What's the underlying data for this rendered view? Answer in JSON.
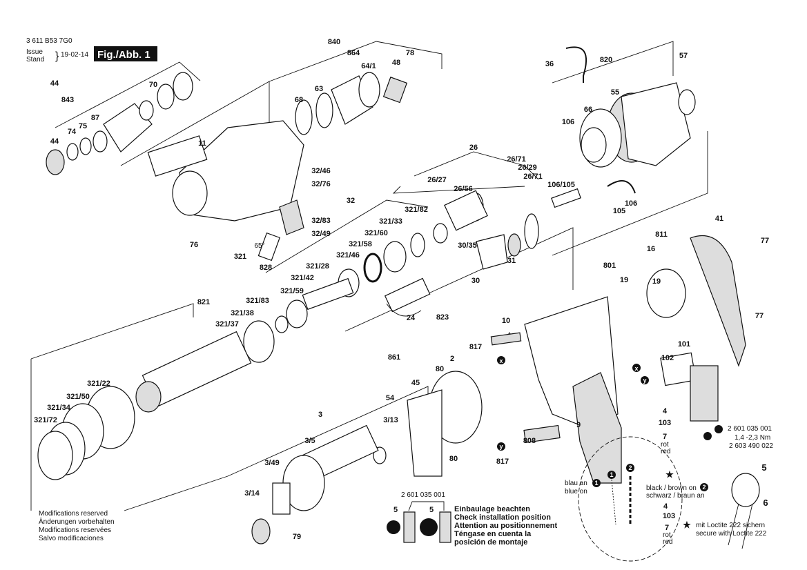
{
  "header": {
    "part_number": "3 611 B53 7G0",
    "issue": "Issue",
    "stand": "Stand",
    "date": "19-02-14",
    "figure": "Fig./Abb. 1"
  },
  "labels": [
    "44",
    "843",
    "70",
    "74",
    "75",
    "87",
    "44",
    "840",
    "864",
    "78",
    "64/1",
    "48",
    "68",
    "63",
    "11",
    "32/46",
    "32/76",
    "32",
    "32/83",
    "32/49",
    "76",
    "65°",
    "36",
    "820",
    "57",
    "55",
    "66",
    "106",
    "106/105",
    "106",
    "105",
    "26",
    "26/71",
    "26/29",
    "26/71",
    "26/27",
    "26/56",
    "321/82",
    "321/33",
    "321/60",
    "321/58",
    "321/46",
    "30/35",
    "31",
    "30",
    "321",
    "828",
    "321/28",
    "321/42",
    "821",
    "321/59",
    "321/83",
    "321/38",
    "321/37",
    "24",
    "823",
    "861",
    "801",
    "811",
    "16",
    "19",
    "19",
    "41",
    "77",
    "77",
    "10",
    "817",
    "2",
    "80",
    "45",
    "54",
    "101",
    "102",
    "3",
    "3/13",
    "3/5",
    "3/49",
    "3/14",
    "79",
    "80",
    "817",
    "808",
    "9",
    "4",
    "103",
    "7",
    "321/22",
    "321/50",
    "321/34",
    "321/72",
    "5",
    "6"
  ],
  "markers": [
    "x",
    "y",
    "x",
    "y"
  ],
  "wire_colors": {
    "rot": "rot",
    "red": "red"
  },
  "switch_note": {
    "part": "2 601 035 001",
    "torque": "1,4 -2,3 Nm",
    "part2": "2 603 490 022"
  },
  "inset": {
    "blau_an": "blau an",
    "blue_on": "blue on",
    "black_brown": "black / brown on",
    "schwarz_braun": "schwarz / braun an",
    "label_4": "4",
    "label_103": "103",
    "label_7": "7",
    "rot": "rot",
    "red": "red",
    "num1": "1",
    "num2": "2"
  },
  "loctite": {
    "de": "mit Loctite 222 sichern",
    "en": "secure with Loctite 222"
  },
  "install": {
    "part": "2 601 035 001",
    "label_5a": "5",
    "label_5b": "5",
    "lines": [
      "Einbaulage beachten",
      "Check installation position",
      "Attention au positionnement",
      "Téngase en cuenta la",
      "posición de montaje"
    ]
  },
  "modifications": [
    "Modifications reserved",
    "Änderungen vorbehalten",
    "Modifications reservées",
    "Salvo modificaciones"
  ]
}
